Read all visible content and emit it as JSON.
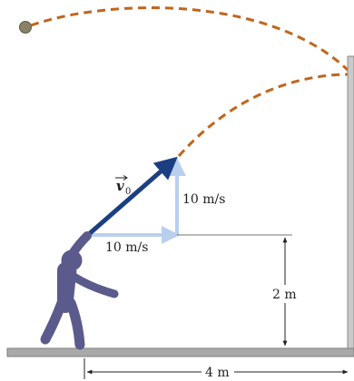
{
  "labels": {
    "v0_symbol": "v",
    "v0_subscript": "0",
    "vertical_component": "10 m/s",
    "horizontal_component": "10 m/s",
    "height": "2 m",
    "distance": "4 m"
  },
  "colors": {
    "trajectory": "#c0651c",
    "velocity_vector": "#1b3f80",
    "component_vectors": "#b9cfee",
    "person": "#5b5a8c",
    "ball": "#8a8266",
    "ground": "#a9a9a9",
    "wall": "#c9c9c9"
  }
}
